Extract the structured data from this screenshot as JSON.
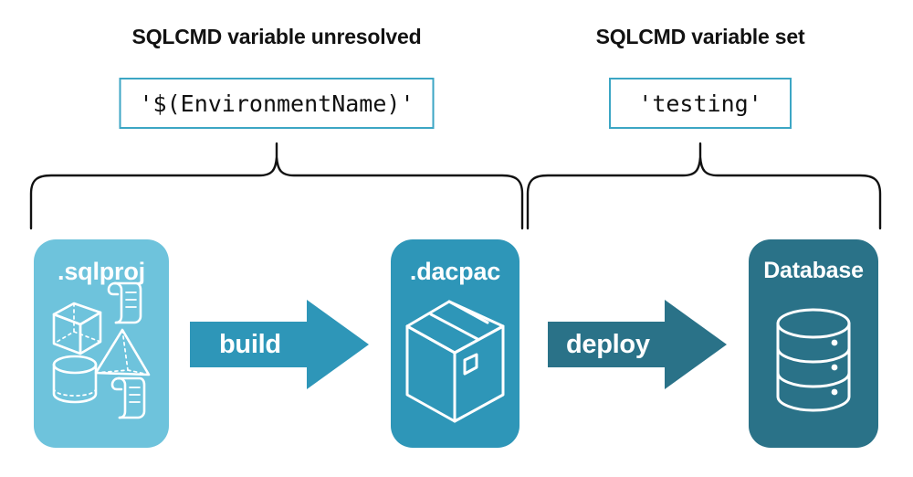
{
  "diagram": {
    "title_left": "SQLCMD variable unresolved",
    "title_right": "SQLCMD variable set",
    "variable_unresolved_value": "'$(EnvironmentName)'",
    "variable_set_value": "'testing'",
    "nodes": [
      {
        "label": ".sqlproj",
        "color": "#6EC3DC",
        "icons": "cube-scroll-pyramid-cylinder-scroll"
      },
      {
        "label": ".dacpac",
        "color": "#2E96B8",
        "icons": "package-box"
      },
      {
        "label": "Database",
        "color": "#2A7288",
        "icons": "database-cylinder"
      }
    ],
    "arrows": [
      {
        "label": "build",
        "color": "#2E96B8"
      },
      {
        "label": "deploy",
        "color": "#2A7288"
      }
    ],
    "colors": {
      "light_blue": "#6EC3DC",
      "medium_teal": "#2E96B8",
      "dark_teal": "#2A7288",
      "box_border": "#3CA6C4",
      "text": "#121212",
      "background": "#FFFFFF",
      "brace": "#111111"
    }
  }
}
